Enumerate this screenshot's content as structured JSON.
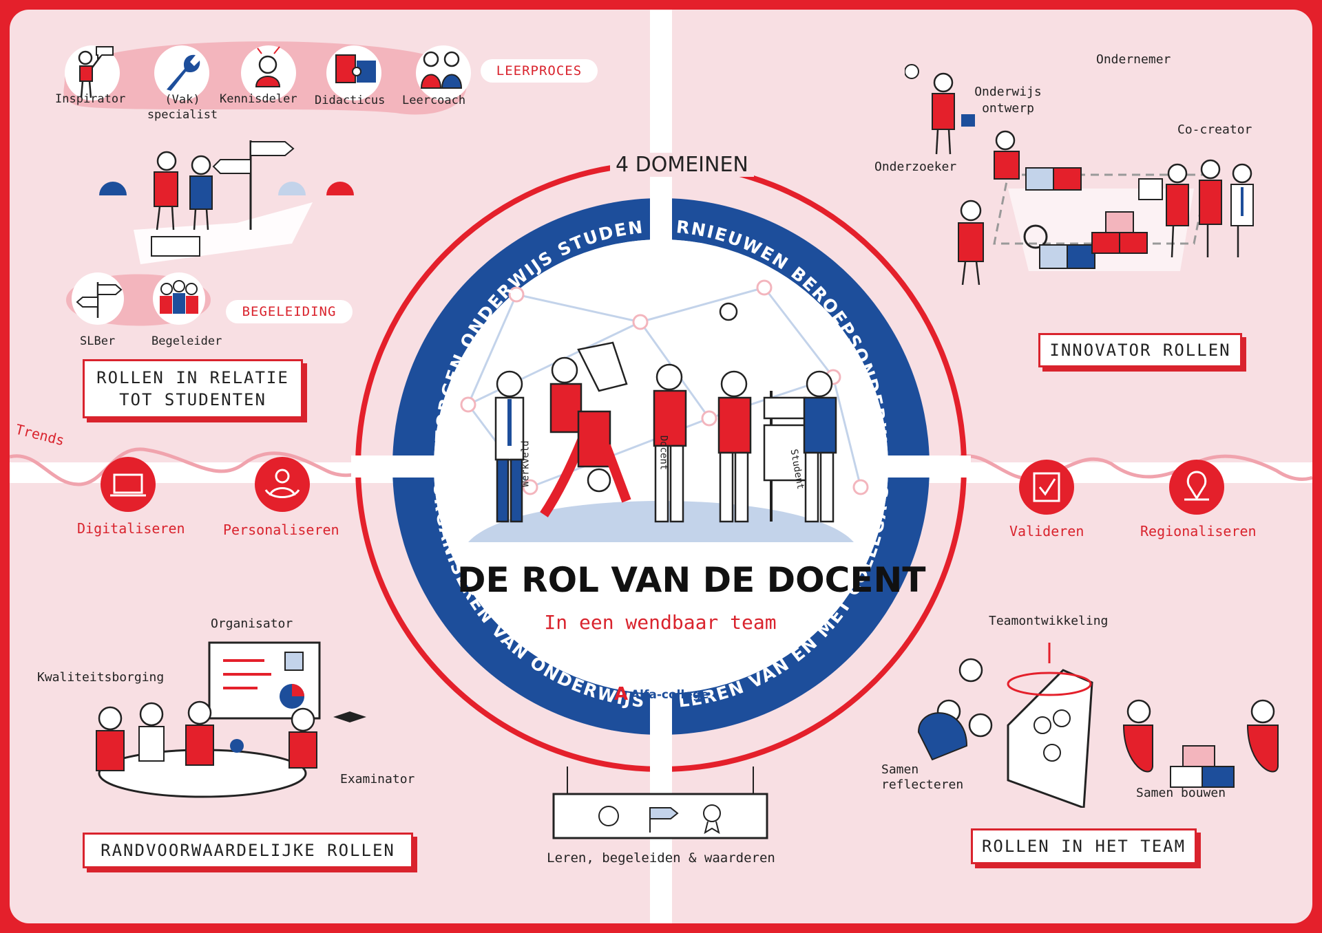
{
  "colors": {
    "red": "#e4202b",
    "blue": "#1d4e9b",
    "pink": "#f8dfe3",
    "light_blue": "#c3d3ea"
  },
  "center": {
    "domains_heading": "4 DOMEINEN",
    "title": "DE ROL VAN DE DOCENT",
    "subtitle": "In een wendbaar team",
    "logo": "Alfa-college",
    "domains": [
      "VERZORGEN ONDERWIJS STUDENTEN",
      "VERNIEUWEN BEROEPSONDERWIJS",
      "ORGANISEREN VAN ONDERWIJS",
      "LEREN VAN EN MET COLLEGA'S"
    ],
    "figure_labels": [
      "Werkveld",
      "Docent",
      "Student"
    ]
  },
  "top_left": {
    "roles": [
      "Inspirator",
      "(Vak) specialist",
      "Kennisdeler",
      "Didacticus",
      "Leercoach"
    ],
    "learning_label": "LEERPROCES",
    "guidance_roles": [
      "SLBer",
      "Begeleider"
    ],
    "guidance_label": "BEGELEIDING",
    "title": "ROLLEN IN RELATIE TOT STUDENTEN"
  },
  "top_right": {
    "roles": [
      "Ondernemer",
      "Onderwijs ontwerp",
      "Co-creator",
      "Onderzoeker"
    ],
    "title": "INNOVATOR ROLLEN"
  },
  "trends": {
    "label": "Trends",
    "items": [
      "Digitaliseren",
      "Personaliseren",
      "Valideren",
      "Regionaliseren"
    ]
  },
  "bottom_left": {
    "roles": [
      "Organisator",
      "Kwaliteitsborging",
      "Examinator"
    ],
    "title": "RANDVOORWAARDELIJKE ROLLEN"
  },
  "bottom_right": {
    "roles": [
      "Teamontwikkeling",
      "Samen reflecteren",
      "Samen bouwen"
    ],
    "title": "ROLLEN IN HET TEAM"
  },
  "bottom_center": {
    "caption": "Leren, begeleiden & waarderen"
  }
}
